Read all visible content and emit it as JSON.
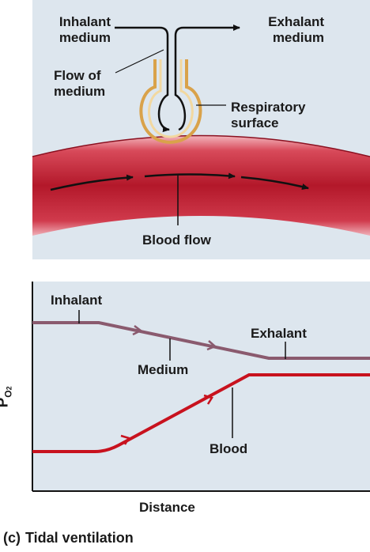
{
  "top": {
    "inhalant_line1": "Inhalant",
    "inhalant_line2": "medium",
    "exhalant_line1": "Exhalant",
    "exhalant_line2": "medium",
    "flow_line1": "Flow of",
    "flow_line2": "medium",
    "resp_line1": "Respiratory",
    "resp_line2": "surface",
    "blood_flow": "Blood flow"
  },
  "bottom": {
    "inhalant": "Inhalant",
    "exhalant": "Exhalant",
    "medium": "Medium",
    "blood": "Blood",
    "xlabel": "Distance",
    "ylabel_main": "P",
    "ylabel_sub": "O",
    "ylabel_subsub": "2"
  },
  "caption": {
    "part": "(c)",
    "title": "Tidal ventilation"
  },
  "colors": {
    "panel": "#dde6ee",
    "vessel_dark": "#b01828",
    "vessel_light": "#e8909a",
    "medium_line": "#8a5a6e",
    "blood_line": "#c8121e",
    "tube": "#e0b060"
  }
}
